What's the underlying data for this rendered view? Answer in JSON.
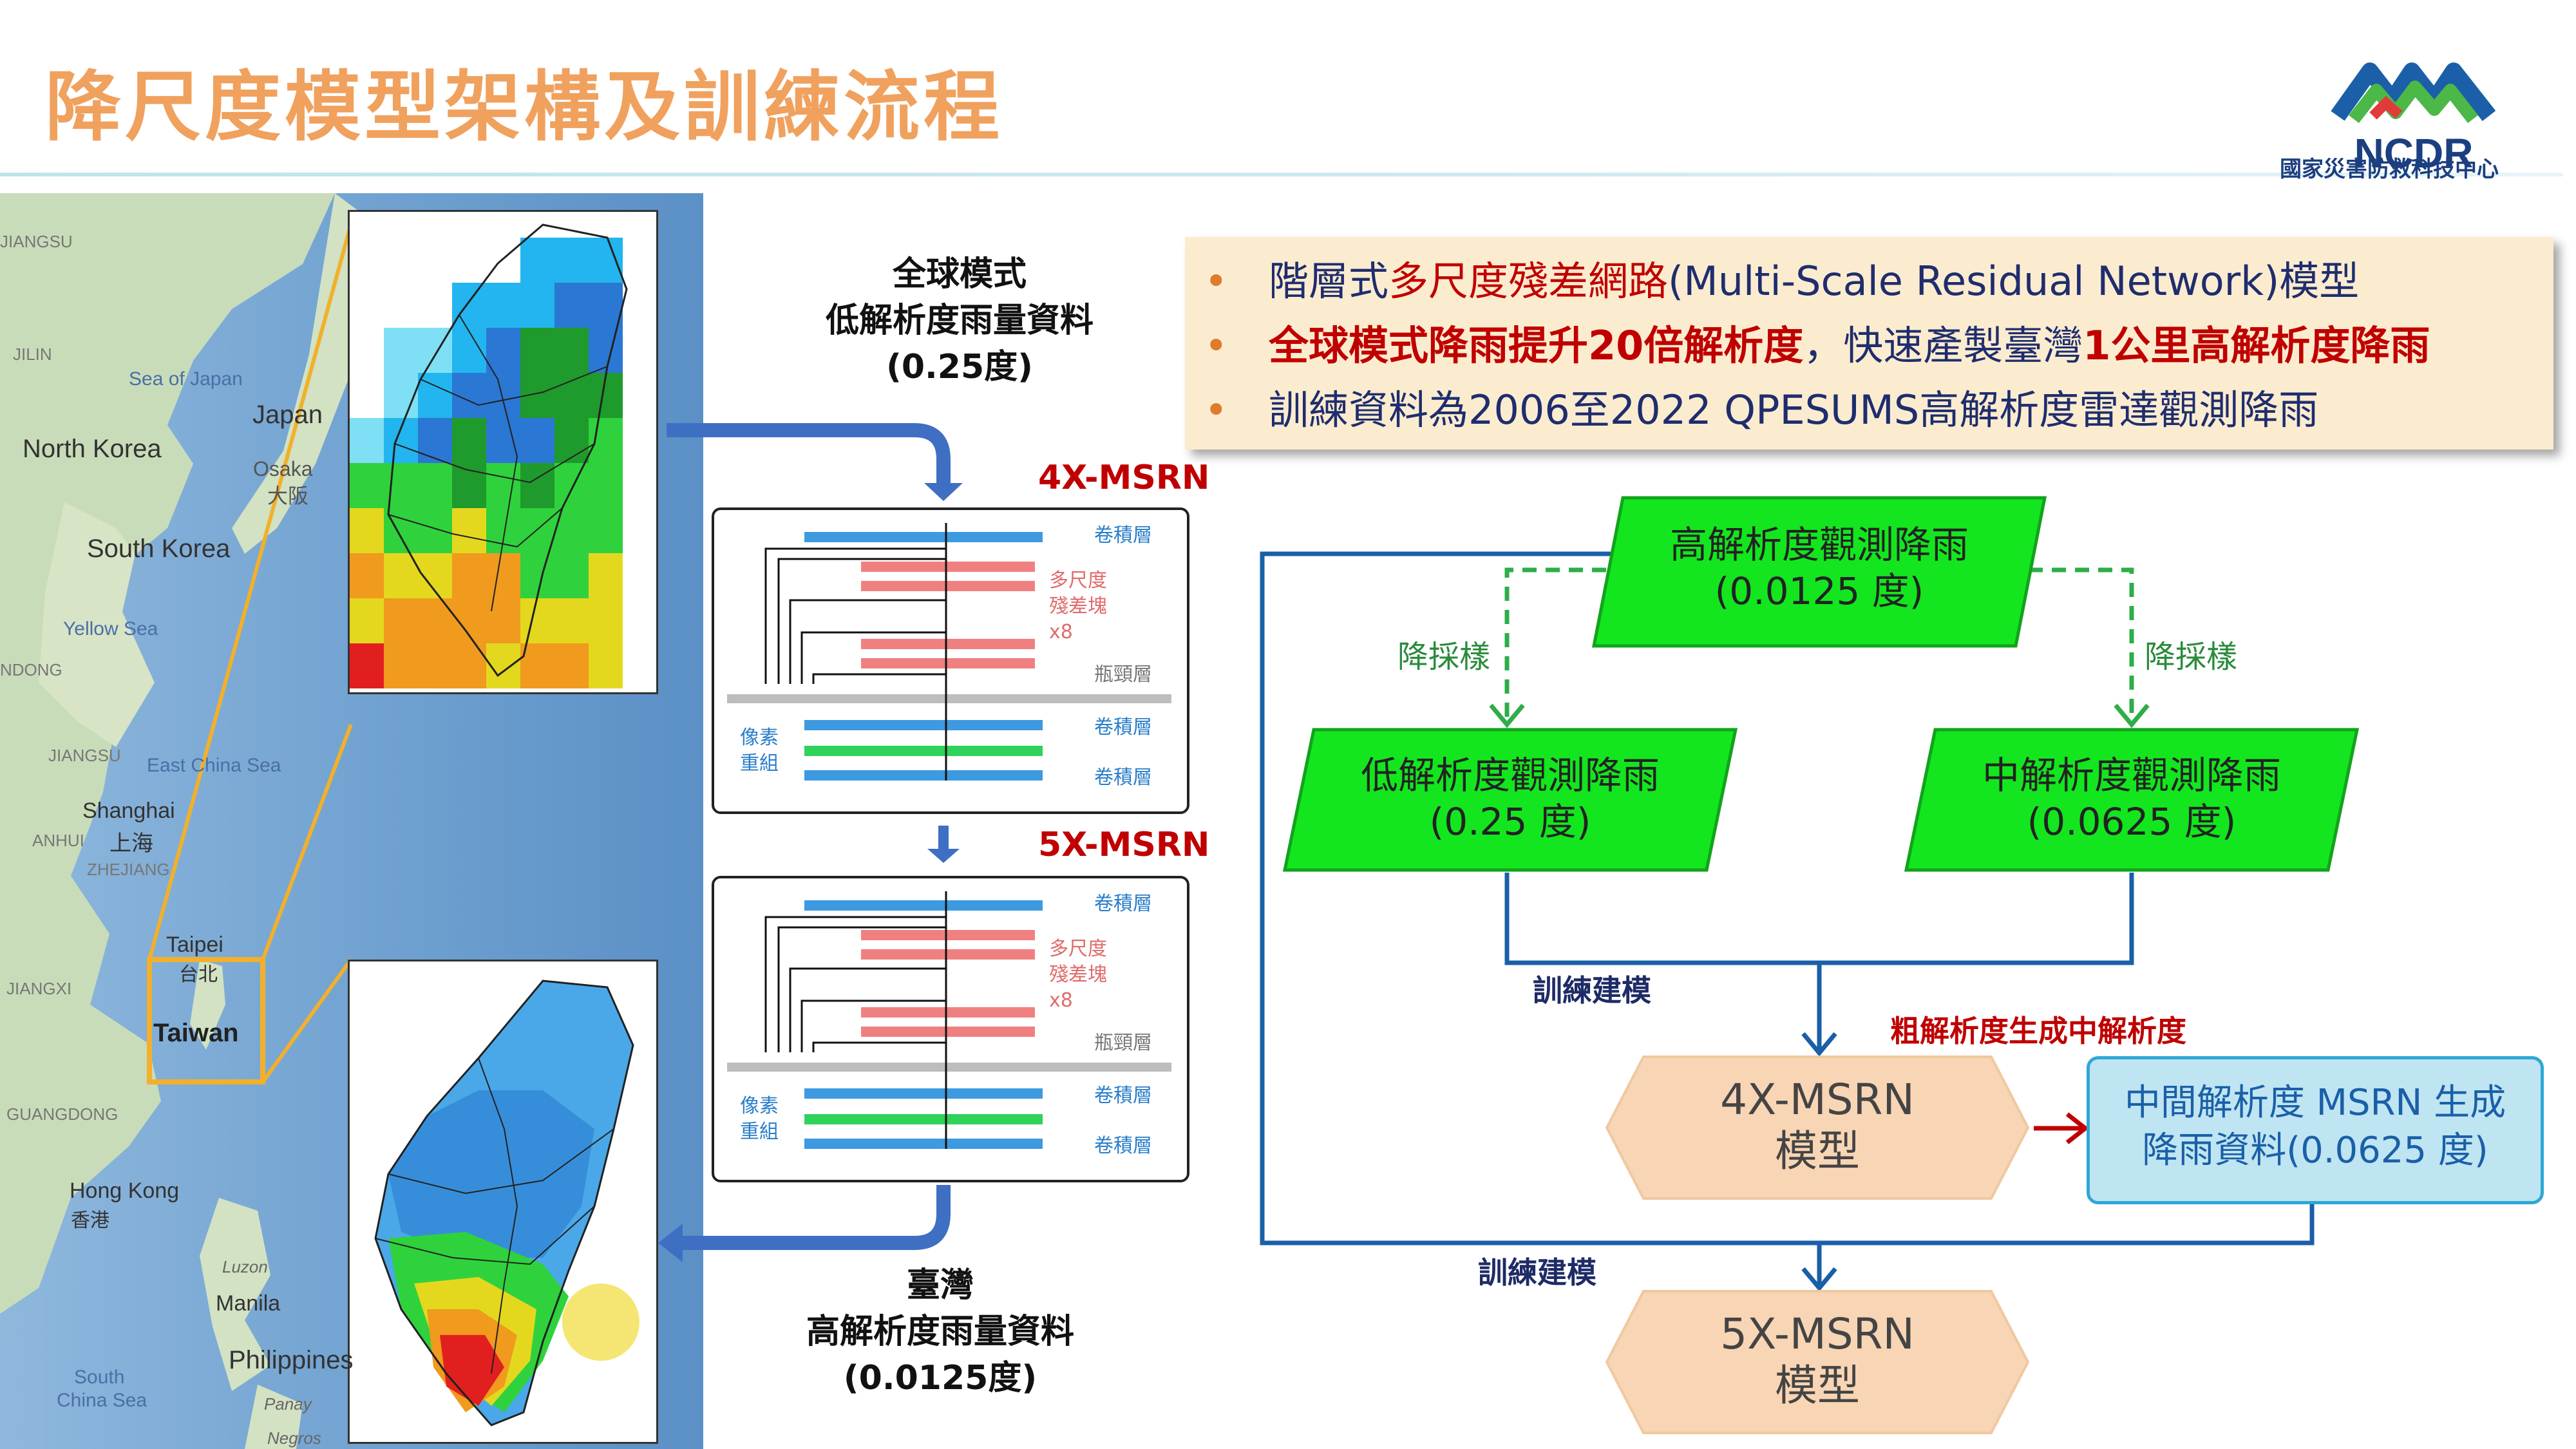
{
  "header": {
    "title": "降尺度模型架構及訓練流程",
    "logo_text": "NCDR",
    "logo_subtitle": "國家災害防救科技中心"
  },
  "map": {
    "labels": [
      "JIANGSU",
      "JILIN",
      "Sea of Japan",
      "North Korea",
      "Japan",
      "Osaka",
      "大阪",
      "South Korea",
      "Yellow Sea",
      "NDONG",
      "JIANGSU",
      "East China Sea",
      "Shanghai",
      "ANHUI",
      "上海",
      "ZHEJIANG",
      "Taipei",
      "台北",
      "JIANGXI",
      "Taiwan",
      "GUANGDONG",
      "Hong Kong",
      "香港",
      "Luzon",
      "Manila",
      "Philippines",
      "South",
      "China Sea",
      "Panay",
      "Negros"
    ]
  },
  "flow": {
    "input_caption": [
      "全球模式",
      "低解析度雨量資料",
      "(0.25度)"
    ],
    "output_caption": [
      "臺灣",
      "高解析度雨量資料",
      "(0.0125度)"
    ],
    "stage1_label": "4X-MSRN",
    "stage2_label": "5X-MSRN",
    "network": {
      "conv": "卷積層",
      "msrb": [
        "多尺度",
        "殘差塊",
        "x8"
      ],
      "bottleneck": "瓶頸層",
      "pixel_shuffle": [
        "像素",
        "重組"
      ]
    }
  },
  "bullets": [
    {
      "segments": [
        {
          "text": "階層式",
          "style": "normal"
        },
        {
          "text": "多尺度殘差網路",
          "style": "red"
        },
        {
          "text": "(Multi-Scale Residual Network)模型",
          "style": "normal"
        }
      ]
    },
    {
      "segments": [
        {
          "text": "全球模式降雨提升20倍解析度",
          "style": "redbold"
        },
        {
          "text": "，快速產製臺灣",
          "style": "normal"
        },
        {
          "text": "1公里高解析度降雨",
          "style": "redbold"
        }
      ]
    },
    {
      "segments": [
        {
          "text": "訓練資料為2006至2022 QPESUMS高解析度雷達觀測降雨",
          "style": "normal"
        }
      ]
    }
  ],
  "diagram": {
    "top_node": [
      "高解析度觀測降雨",
      "(0.0125 度)"
    ],
    "downsample_left": "降採樣",
    "downsample_right": "降採樣",
    "left_node": [
      "低解析度觀測降雨",
      "(0.25 度)"
    ],
    "right_node": [
      "中解析度觀測降雨",
      "(0.0625 度)"
    ],
    "train_label_1": "訓練建模",
    "coarse_to_mid": "粗解析度生成中解析度",
    "model1": [
      "4X-MSRN",
      "模型"
    ],
    "output_node": [
      "中間解析度 MSRN 生成",
      "降雨資料(0.0625 度)"
    ],
    "train_label_2": "訓練建模",
    "model2": [
      "5X-MSRN",
      "模型"
    ]
  },
  "colors": {
    "title": "#f0a15e",
    "arrow_blue": "#3f6fc3",
    "node_green": "#13e61e",
    "model_fill": "#f8d5b4",
    "output_fill": "#bfe5f2",
    "label_red": "#c00000",
    "line_blue": "#1a5fa8"
  }
}
